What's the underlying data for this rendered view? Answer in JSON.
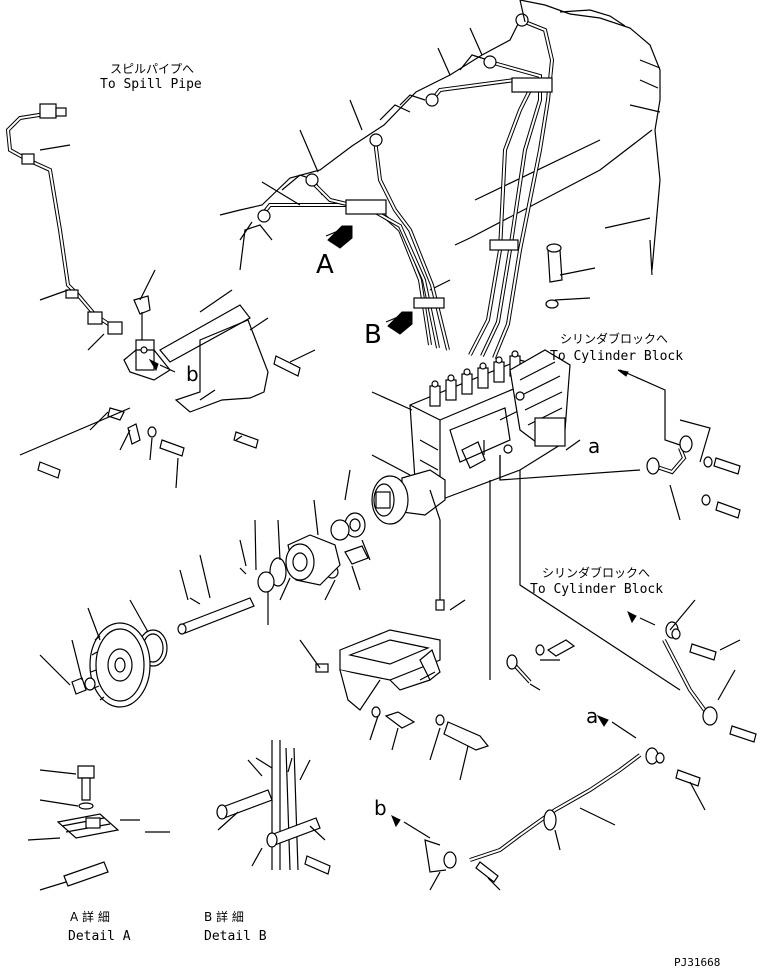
{
  "diagram": {
    "spill_pipe_jp": "スピルパイプへ",
    "spill_pipe_en": "To Spill Pipe",
    "cyl_block_1_jp": "シリンダブロックへ",
    "cyl_block_1_en": "To Cylinder Block",
    "cyl_block_2_jp": "シリンダブロックへ",
    "cyl_block_2_en": "To Cylinder Block",
    "view_a": "A",
    "view_b": "B",
    "ref_a_pump": "a",
    "ref_a_arrow": "a",
    "ref_b_upper": "b",
    "ref_b_lower": "b",
    "detail_a_jp": "A 詳 細",
    "detail_a_en": "Detail A",
    "detail_b_jp": "B 詳 細",
    "detail_b_en": "Detail B",
    "drawing_code": "PJ31668"
  }
}
